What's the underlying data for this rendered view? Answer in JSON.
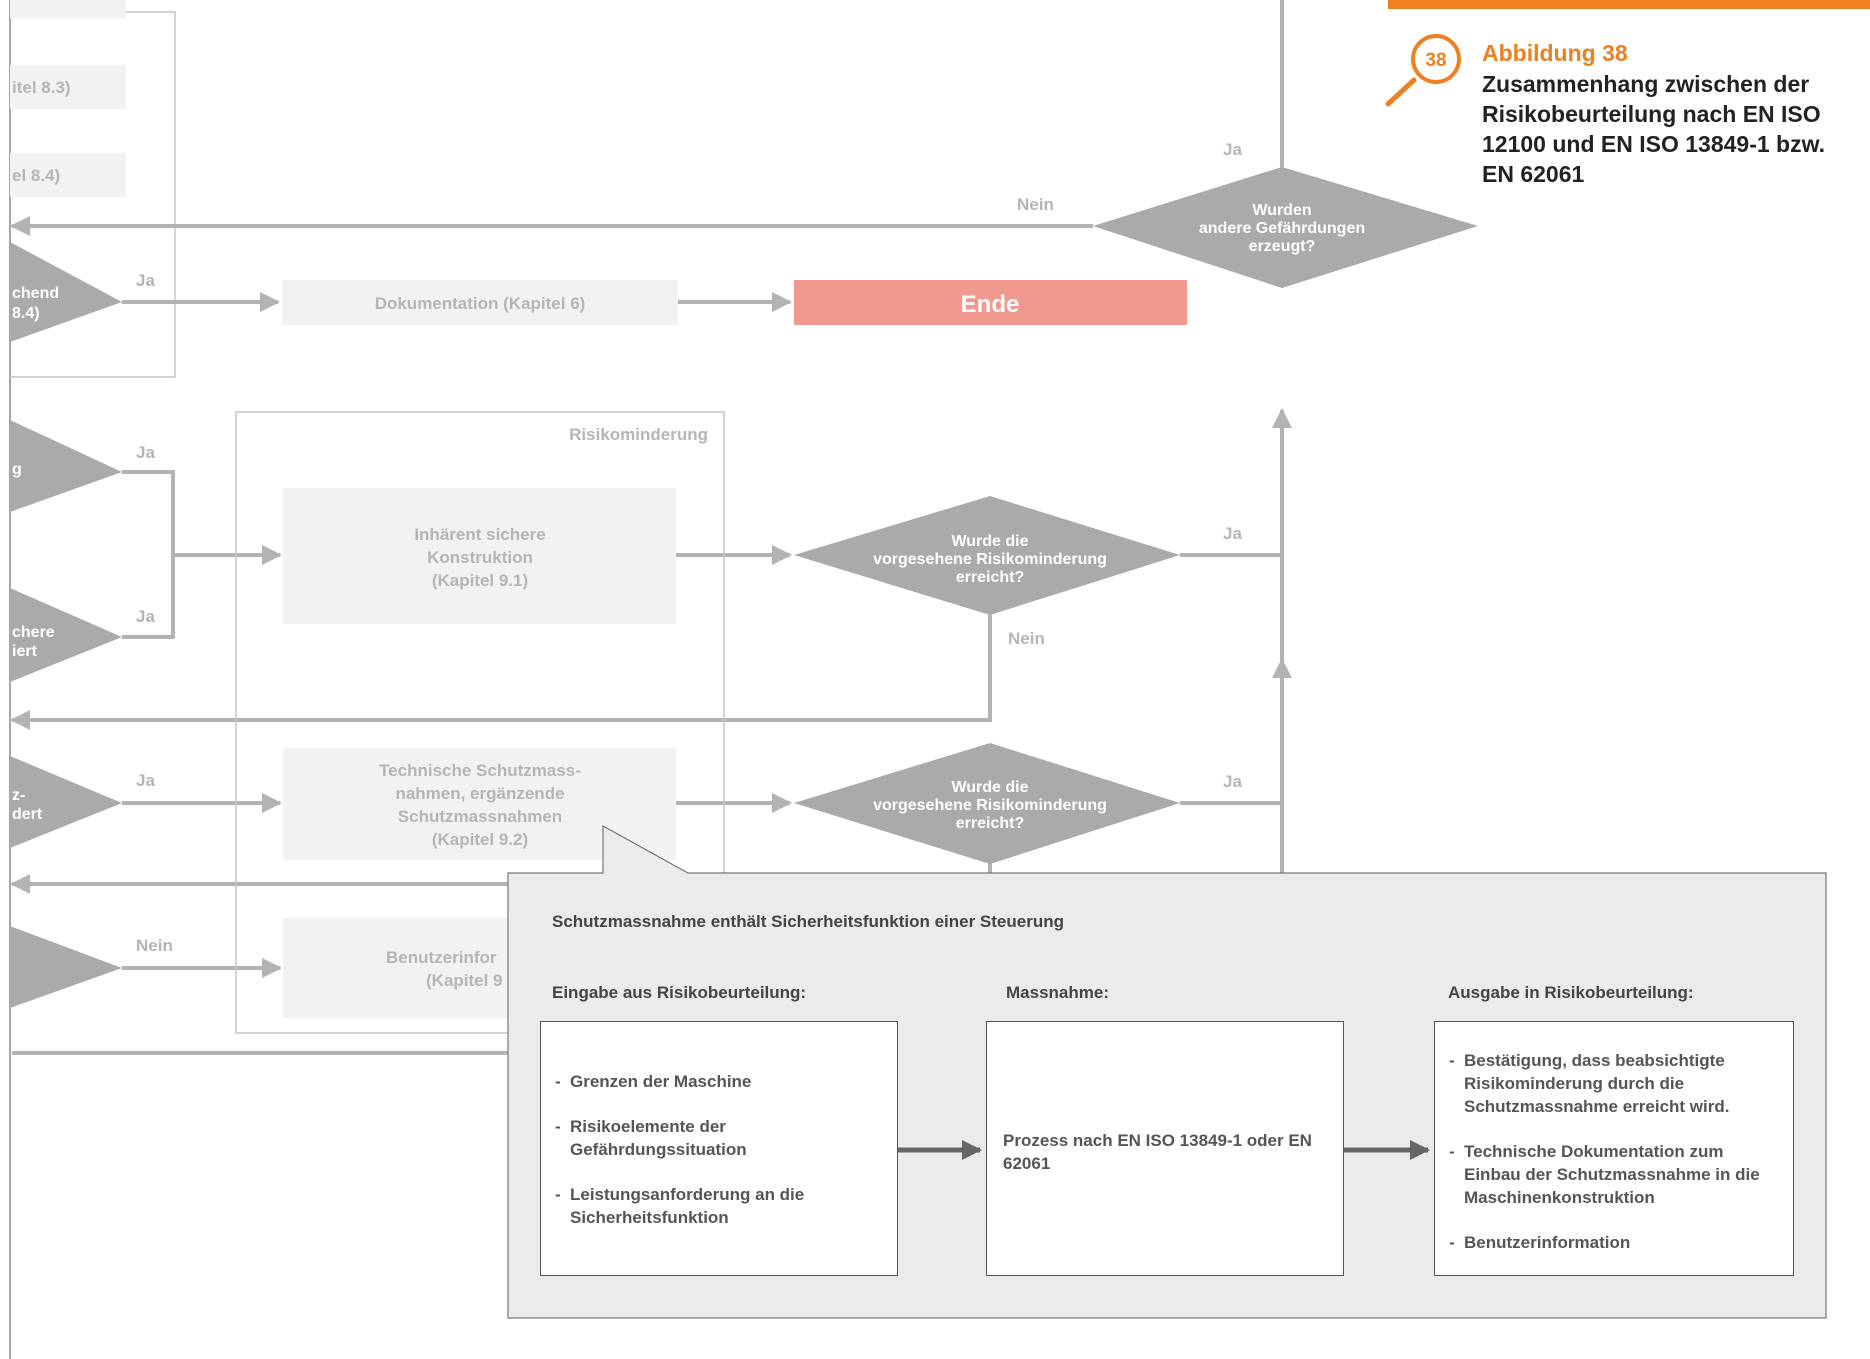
{
  "figure": {
    "number": "Abbildung 38",
    "title": "Zusammenhang zwischen der Risikobeurteilung nach EN ISO 12100 und EN ISO 13849-1 bzw. EN 62061",
    "badge": "38",
    "icon": "magnifier-icon"
  },
  "flowchart": {
    "partial_labels": [
      "itel 8.3)",
      "el 8.4)",
      "chend",
      "8.4)",
      "g",
      "chere",
      "iert",
      "z-",
      "dert"
    ],
    "documentation": "Dokumentation (Kapitel 6)",
    "end": "Ende",
    "decision_other_hazards": [
      "Wurden",
      "andere Gefährdungen",
      "erzeugt?"
    ],
    "decision_reduction": [
      "Wurde die",
      "vorgesehene Risikominderung",
      "erreicht?"
    ],
    "risk_reduction_group": "Risikominderung",
    "inherent_design": [
      "Inhärent sichere",
      "Konstruktion",
      "(Kapitel 9.1)"
    ],
    "technical_measures": [
      "Technische Schutzmass-",
      "nahmen, ergänzende",
      "Schutzmassnahmen",
      "(Kapitel 9.2)"
    ],
    "user_info": [
      "Benutzerinfor",
      "(Kapitel 9"
    ],
    "yes": "Ja",
    "no": "Nein"
  },
  "callout": {
    "heading": "Schutzmassnahme enthält Sicherheitsfunktion einer Steuerung",
    "input_heading": "Eingabe aus Risikobeurteilung:",
    "measure_heading": "Massnahme:",
    "output_heading": "Ausgabe in Risikobeurteilung:",
    "inputs": [
      "Grenzen der Maschine",
      "Risikoelemente der Gefährdungssituation",
      "Leistungsanforderung an die Sicherheitsfunktion"
    ],
    "process": "Prozess nach EN ISO 13849-1 oder EN 62061",
    "outputs": [
      "Bestätigung, dass beabsichtigte Risikominderung durch die Schutzmassnahme erreicht wird.",
      "Technische Dokumentation zum Einbau der Schutzmassnahme in die Maschinenkonstruktion",
      "Benutzerinformation"
    ]
  },
  "colors": {
    "accent_orange": "#ee8020",
    "end_box": "#f2998f",
    "connector_grey": "#b3b3b3",
    "faded_text": "#b5b5b5",
    "callout_bg": "#ebebeb"
  }
}
